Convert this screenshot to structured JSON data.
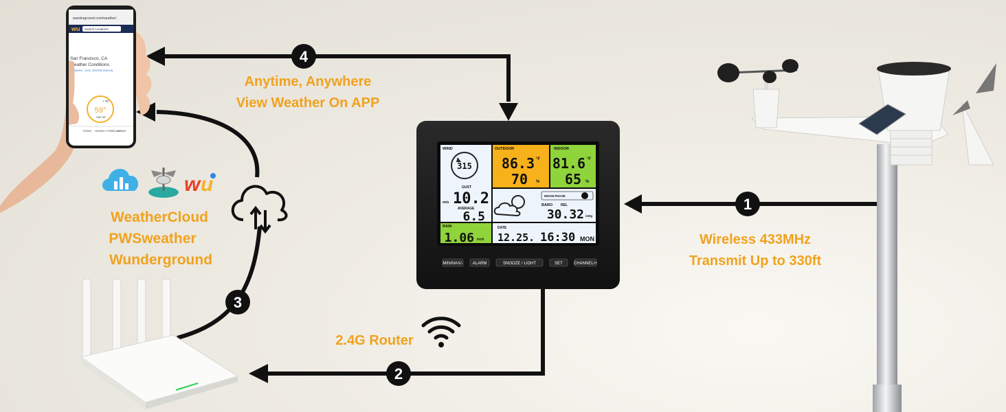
{
  "steps": [
    {
      "number": "1",
      "lines": [
        "Wireless 433MHz",
        "Transmit Up to 330ft"
      ]
    },
    {
      "number": "2",
      "lines": [
        "2.4G Router"
      ]
    },
    {
      "number": "3",
      "lines": [
        "WeatherCloud",
        "PWSweather",
        "Wunderground"
      ]
    },
    {
      "number": "4",
      "lines": [
        "Anytime, Anywhere",
        "View Weather On APP"
      ]
    }
  ],
  "console": {
    "wind": {
      "label": "WIND",
      "direction": "315",
      "gust_label": "GUST",
      "gust": "10.2",
      "average_label": "AVERAGE",
      "average": "6.5",
      "unit": "m/s"
    },
    "outdoor": {
      "label": "OUTDOOR",
      "temp": "86.3",
      "humidity": "70",
      "temp_unit": "°F",
      "hum_unit": "%"
    },
    "indoor": {
      "label": "INDOOR",
      "temp": "81.6",
      "humidity": "65",
      "temp_unit": "°F",
      "hum_unit": "%"
    },
    "moon_label": "MOON PHASE",
    "baro": {
      "label": "BARO",
      "mode": "REL",
      "value": "30.32",
      "unit": "inHg"
    },
    "rain": {
      "label": "RAIN",
      "value": "1.06",
      "unit": "inch"
    },
    "date": {
      "label": "DATE",
      "value": "12.25."
    },
    "time": {
      "value": "16:30",
      "day": "MON"
    },
    "buttons": [
      "MIN/MAX/-",
      "ALARM",
      "SNOOZE / LIGHT",
      "SET",
      "CHANNEL/+"
    ]
  },
  "phone": {
    "url": "wunderground.com/weather/",
    "search_placeholder": "Search Locations",
    "location": "San Francisco, CA",
    "subtitle": "Weather Conditions",
    "station": "KARMEDS - CIVIC CENTER STATION",
    "temp": "59°",
    "hi_lo": "/ 78°",
    "feels": "LIKE 59°",
    "tabs": [
      "TODAY",
      "HOURLY FORECAST",
      "10-DAY"
    ]
  },
  "colors": {
    "accent_orange": "#f0a21e",
    "outdoor_panel": "#f7b11a",
    "indoor_panel": "#8fd43b",
    "rain_panel": "#8fd43b",
    "wind_panel": "#eef4fb",
    "arrow": "#111111"
  }
}
